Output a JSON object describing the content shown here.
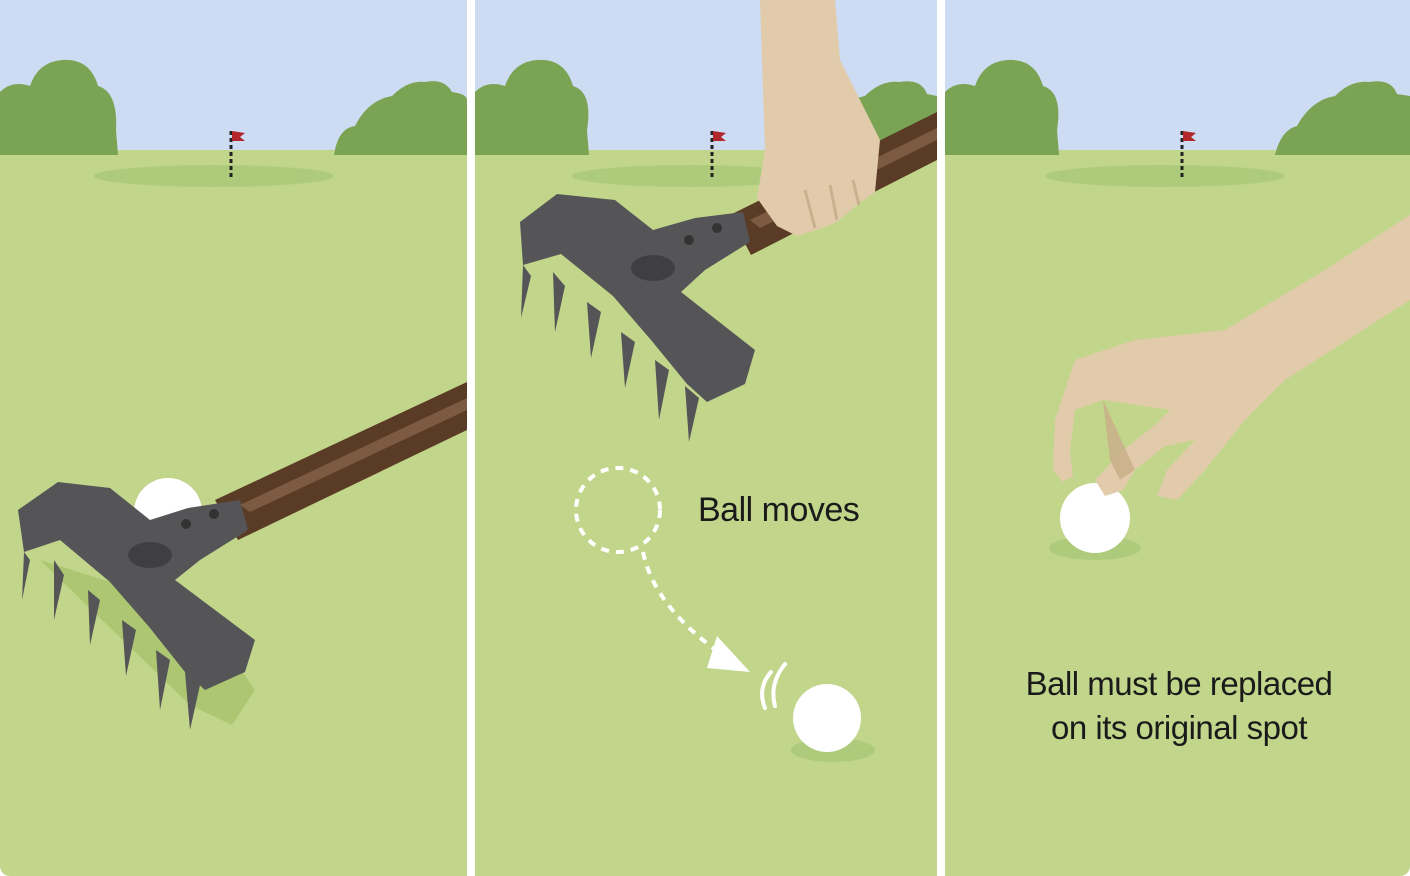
{
  "colors": {
    "sky": "#cddcf2",
    "grass": "#c2d68b",
    "green_patch": "#aecb7c",
    "trees": "#7aa454",
    "rake": "#555558",
    "handle": "#5a3b25",
    "skin": "#e1cbab",
    "ball": "#ffffff",
    "divider": "#ffffff",
    "flag": "#b1272c"
  },
  "panels": [
    {
      "label": ""
    },
    {
      "caption": "Ball moves"
    },
    {
      "caption_lines": [
        "Ball must be replaced",
        "on its original spot"
      ]
    }
  ]
}
